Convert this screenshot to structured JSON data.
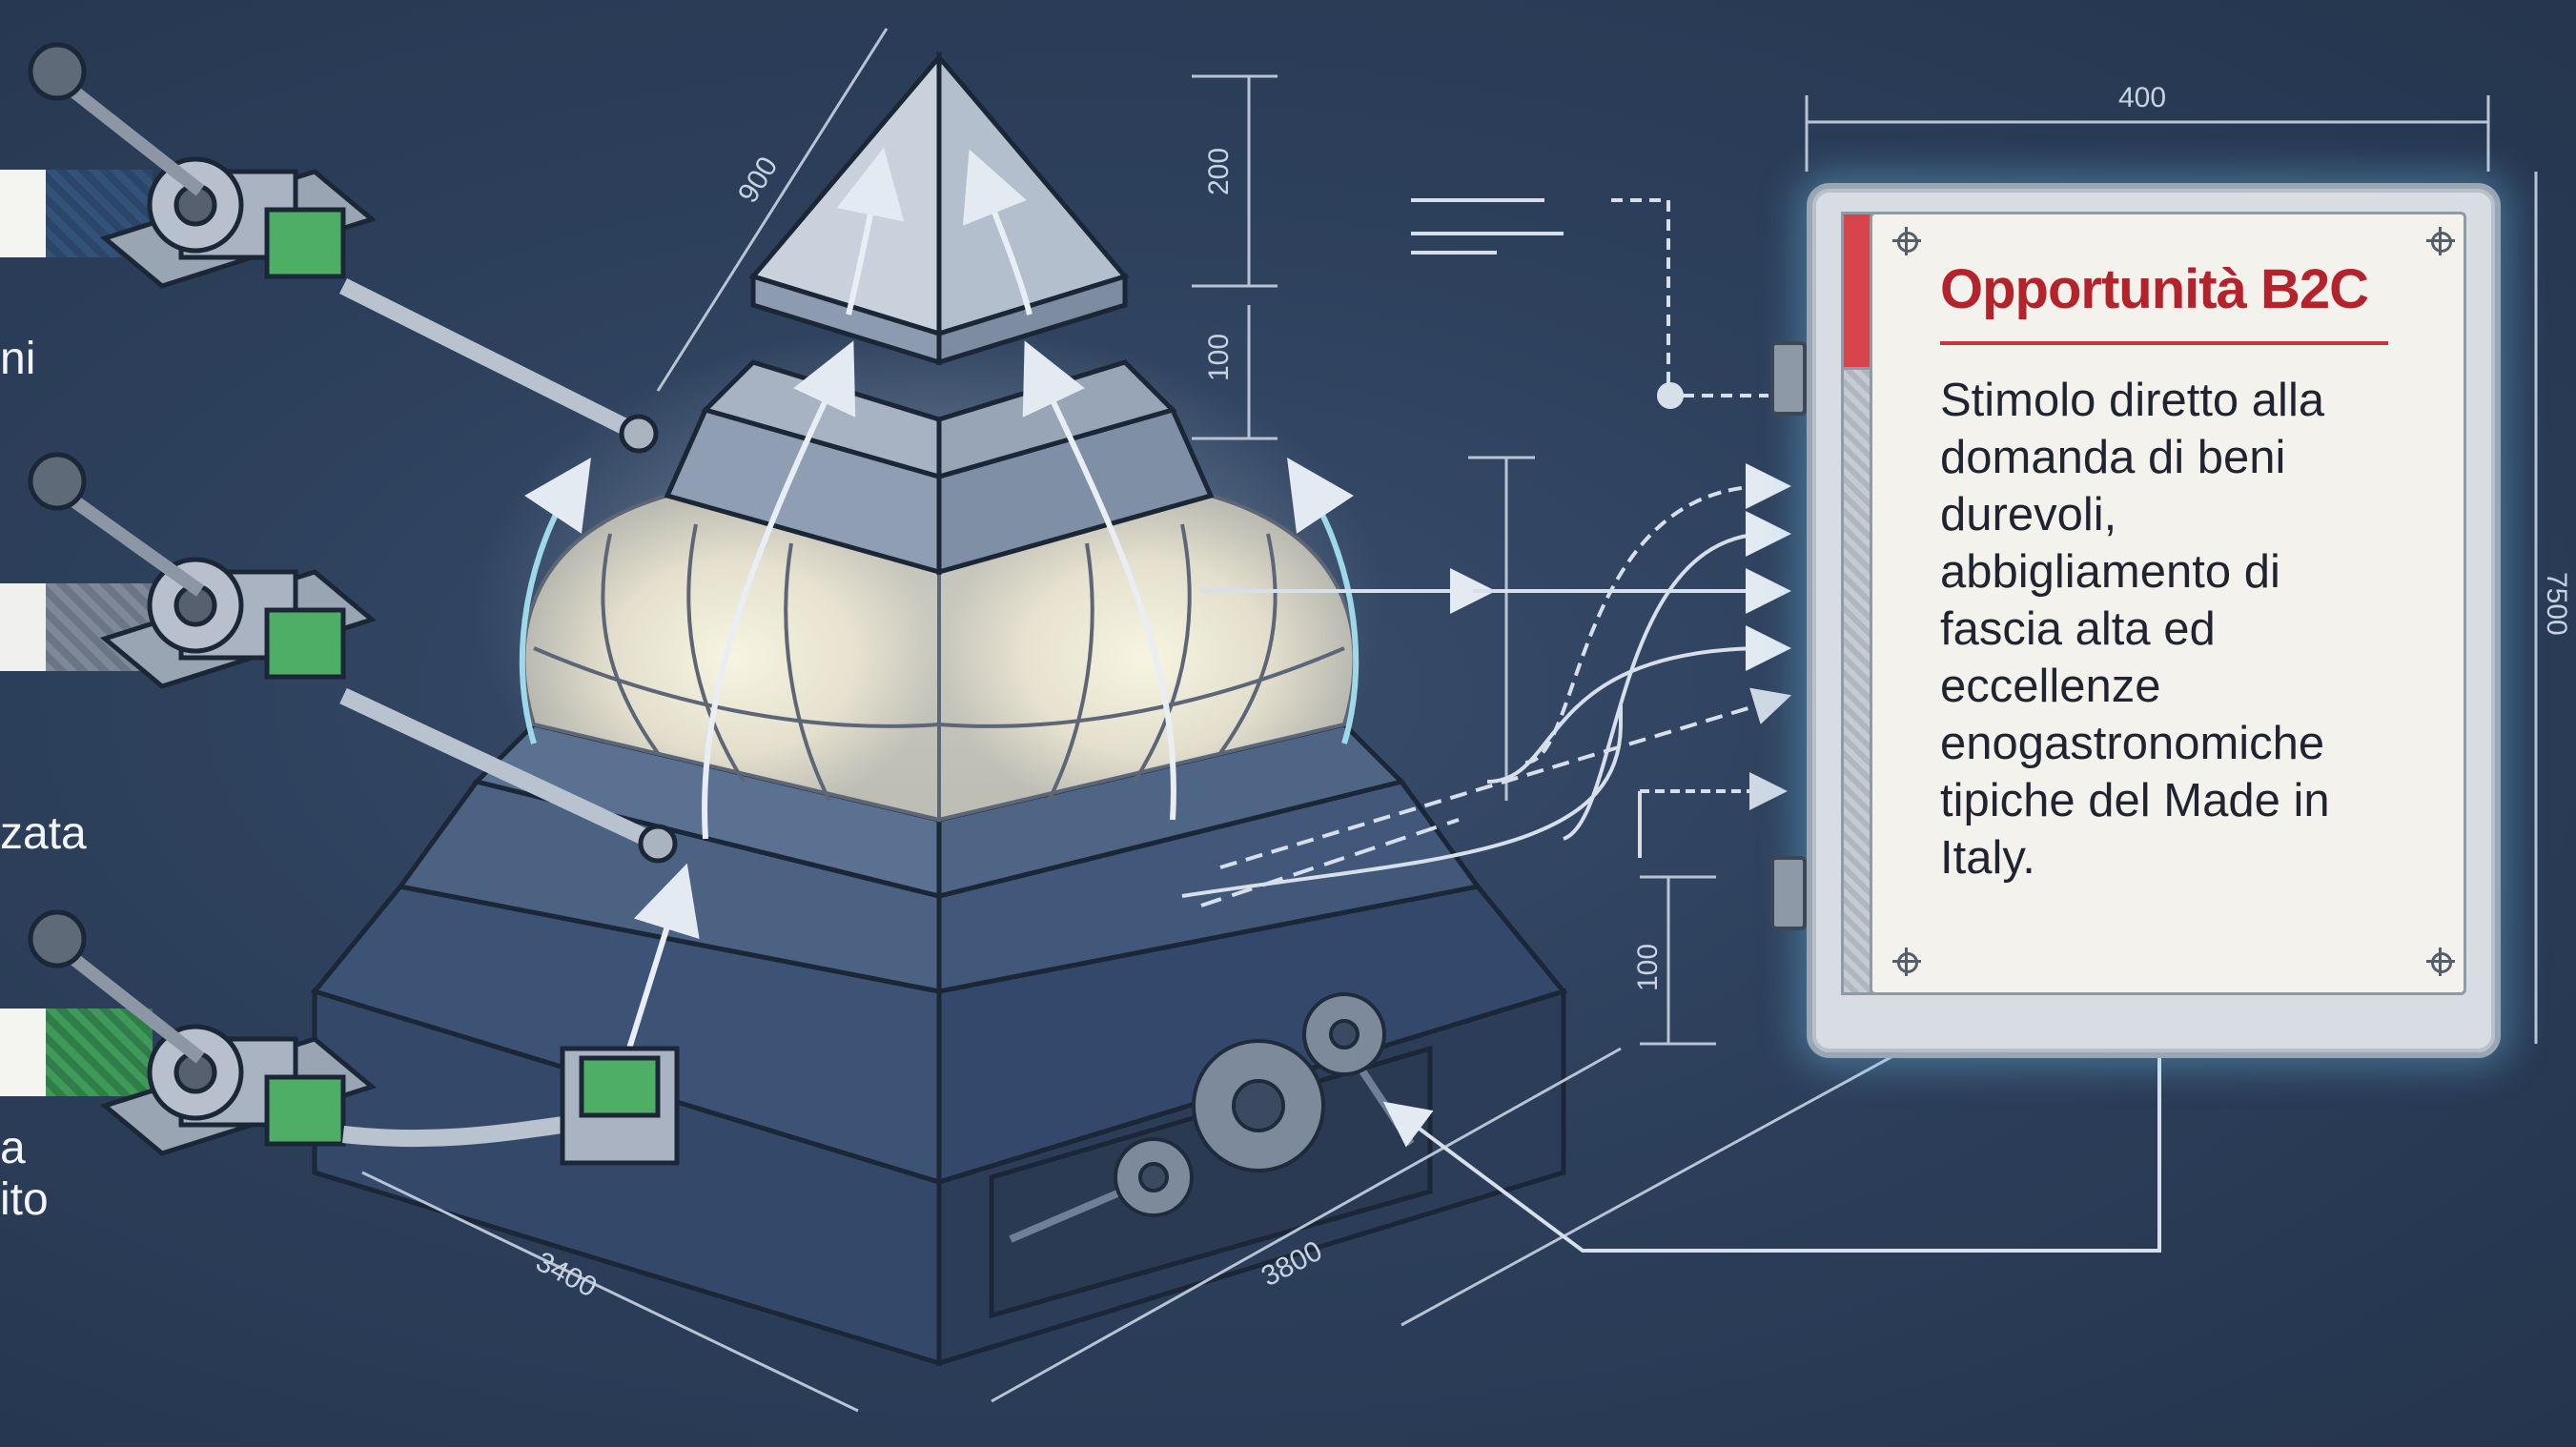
{
  "left_labels": [
    "ni",
    "zata",
    "a",
    "ito"
  ],
  "dimensions": {
    "top_slant": "900",
    "top_height": "200",
    "mid_height": "100",
    "panel_width": "400",
    "panel_height": "7500",
    "panel_lower": "100",
    "base_left": "3400",
    "base_right": "3800"
  },
  "panel": {
    "title": "Opportunità B2C",
    "body": "Stimolo diretto alla domanda di beni durevoli, abbigliamento di fascia alta ed eccellenze enogastronomiche tipiche del Made in Italy."
  },
  "colors": {
    "background": "#2c3e58",
    "accent_red": "#b4232b",
    "accent_green": "#3f9a5a",
    "glow": "#8fd8ff"
  }
}
